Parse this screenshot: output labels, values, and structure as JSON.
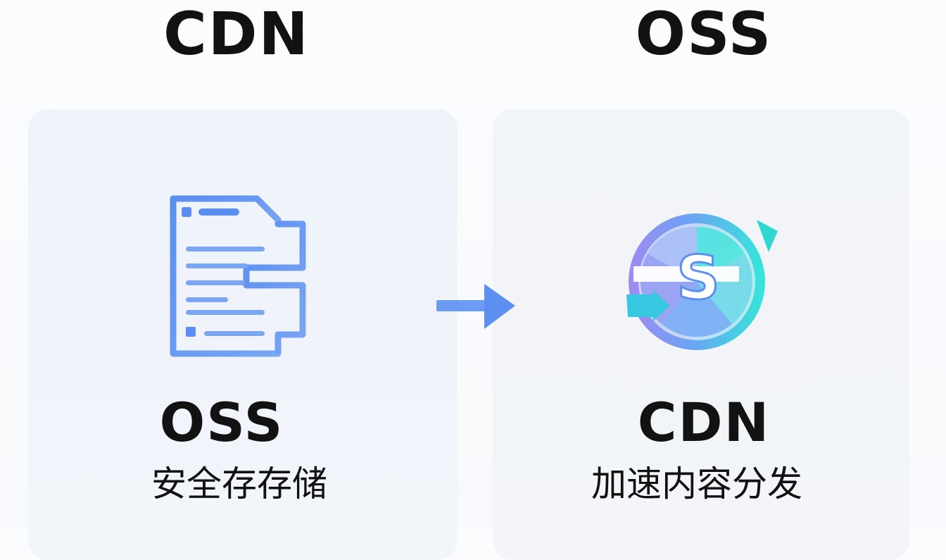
{
  "top": {
    "left_title": "CDN",
    "right_title": "OSS"
  },
  "left_panel": {
    "label": "OSS",
    "subtitle": "安全存存储",
    "icon": "document-storage-icon"
  },
  "right_panel": {
    "label": "CDN",
    "subtitle": "加速内容分发",
    "icon": "cdn-sync-icon"
  },
  "connector": {
    "icon": "arrow-right-icon"
  },
  "colors": {
    "accent_blue": "#5d8ff0",
    "accent_cyan": "#38e3db",
    "accent_purple": "#9b8cf0",
    "text": "#121212"
  }
}
